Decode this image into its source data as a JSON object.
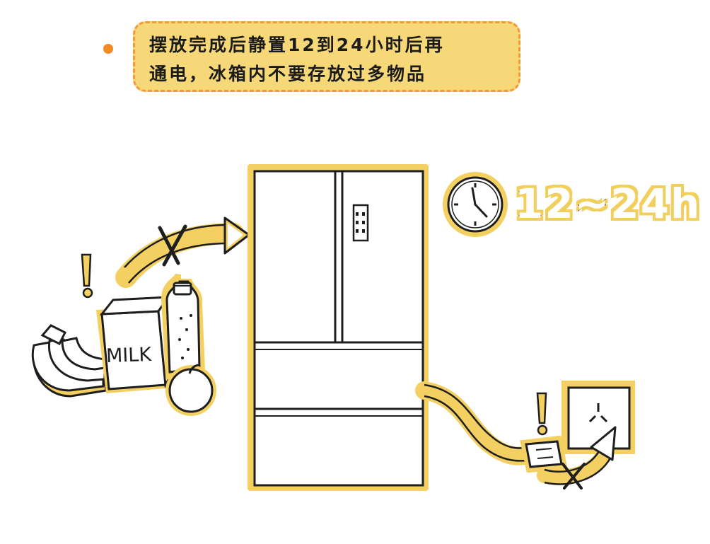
{
  "banner": {
    "line1": "摆放完成后静置12到24小时后再",
    "line2": "通电，冰箱内不要存放过多物品"
  },
  "timer": {
    "label": "12~24h"
  },
  "food": {
    "milk_label": "MILK"
  },
  "colors": {
    "highlight": "#f3d061",
    "banner_fill": "#f6d879",
    "banner_border": "#f29a3b",
    "accent_dot": "#f28a24",
    "outline": "#1e1e1e"
  },
  "icons": [
    "clock-icon",
    "power-outlet-icon",
    "plug-icon",
    "cross-mark-icon",
    "exclamation-icon",
    "arrow-icon"
  ]
}
